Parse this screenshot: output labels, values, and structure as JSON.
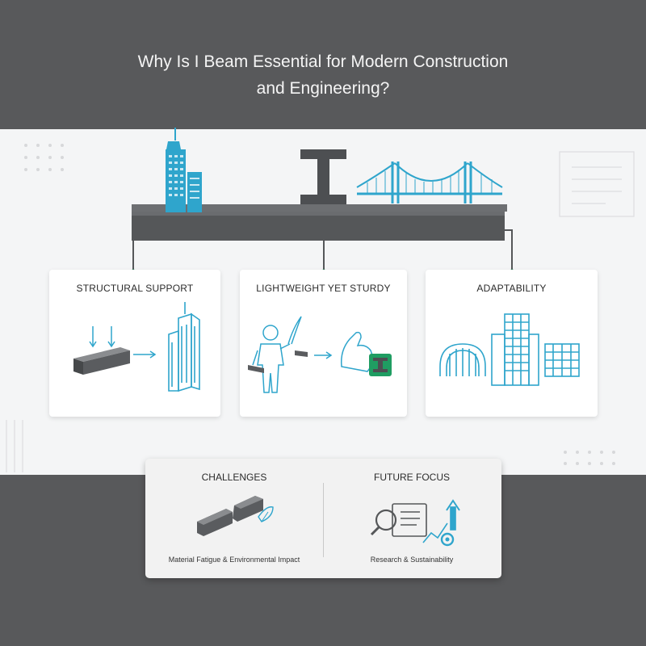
{
  "header": {
    "title_line1": "Why Is I Beam Essential for Modern Construction",
    "title_line2": "and Engineering?"
  },
  "cards": [
    {
      "title": "STRUCTURAL SUPPORT",
      "icon": "skyscraper-load-icon"
    },
    {
      "title": "LIGHTWEIGHT YET STURDY",
      "icon": "strength-icon"
    },
    {
      "title": "ADAPTABILITY",
      "icon": "buildings-icon"
    }
  ],
  "bottom": {
    "challenges": {
      "title": "CHALLENGES",
      "subtitle": "Material Fatigue & Environmental Impact",
      "icon": "cracked-beam-icon"
    },
    "future": {
      "title": "FUTURE FOCUS",
      "subtitle": "Research & Sustainability",
      "icon": "research-growth-icon"
    }
  },
  "colors": {
    "accent_blue": "#29a7c9",
    "accent_green": "#1f9d62",
    "beam_grey": "#555759",
    "band_dark": "#58595b"
  }
}
